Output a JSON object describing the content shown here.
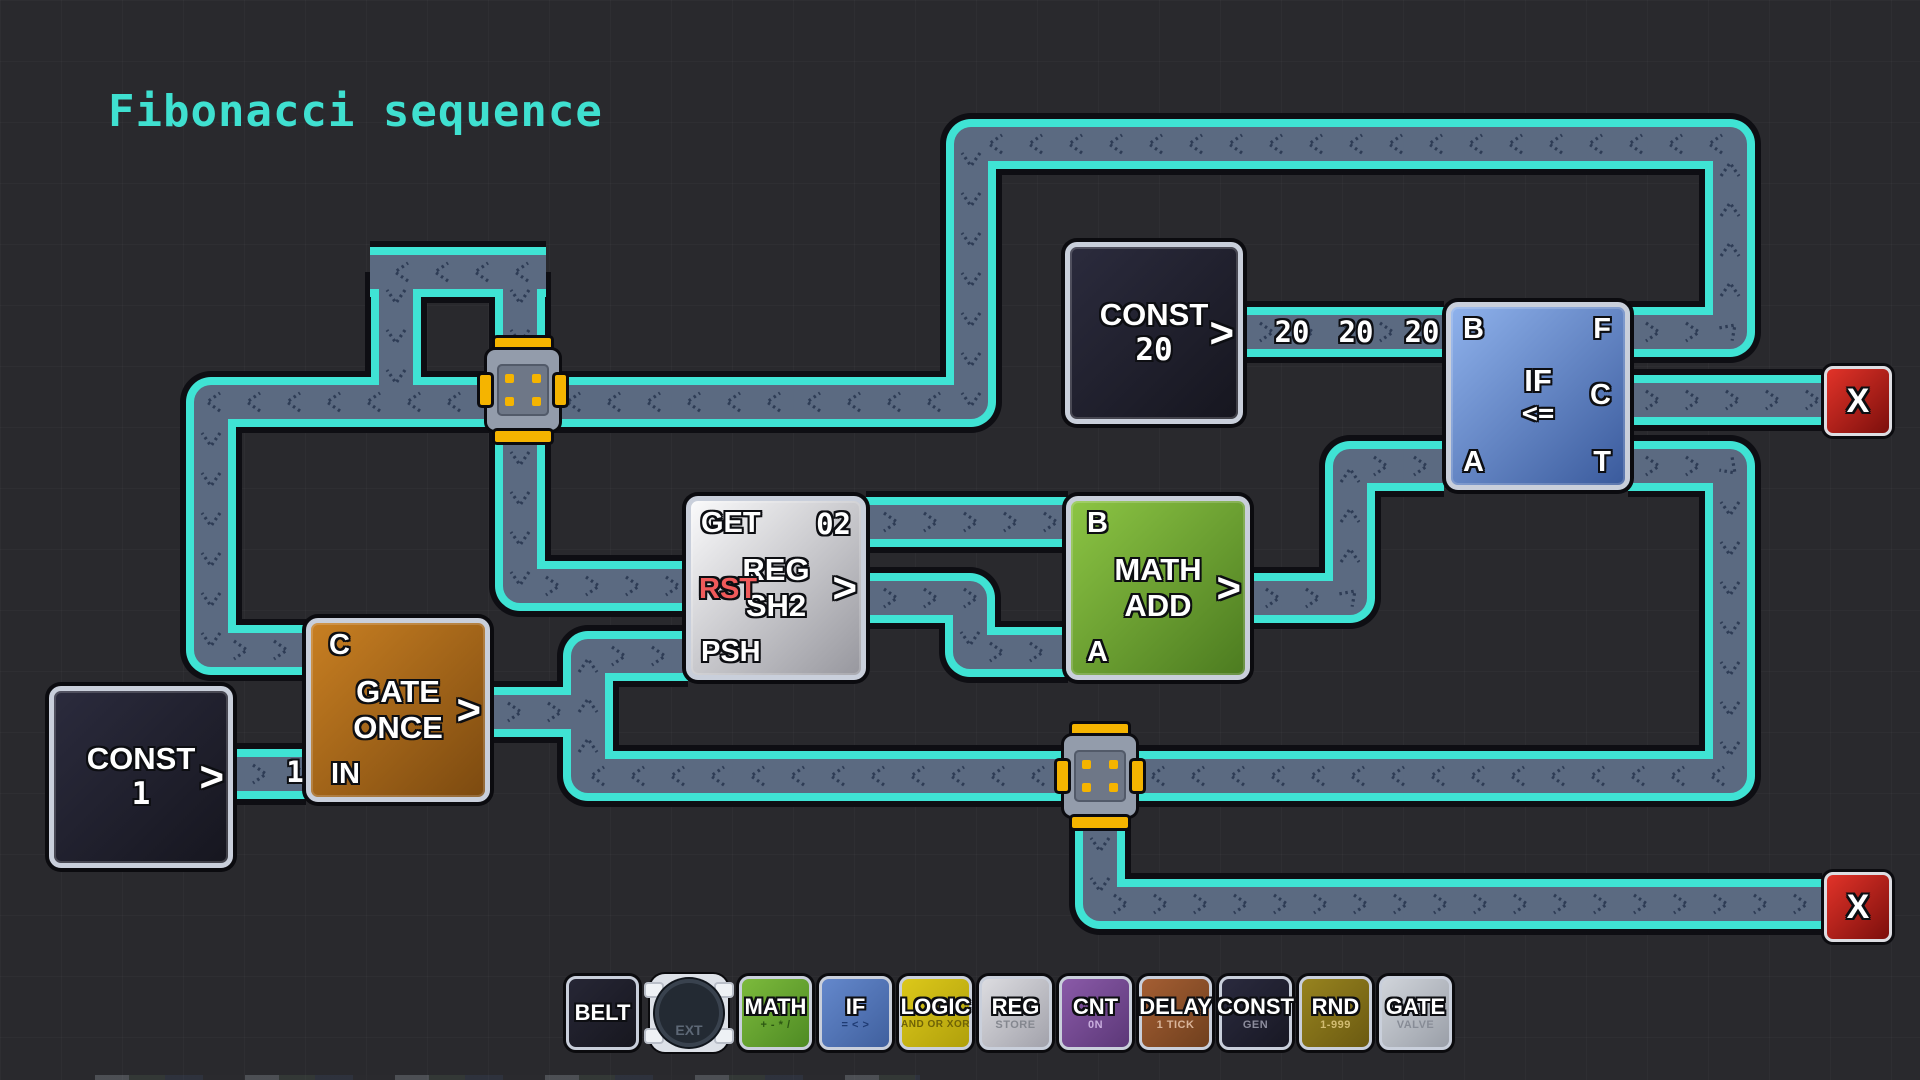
{
  "title": "Fibonacci sequence",
  "glyphs": {
    "out": ">",
    "sink": "X"
  },
  "chips": {
    "c20a": "20",
    "c20b": "20",
    "c20c": "20",
    "c1": "1"
  },
  "blocks": {
    "const20": {
      "name": "CONST",
      "value": "20"
    },
    "const1": {
      "name": "CONST",
      "value": "1"
    },
    "gate": {
      "name": "GATE",
      "mode": "ONCE",
      "port_c": "C",
      "port_in": "IN"
    },
    "reg": {
      "name": "REG",
      "mode": "SH2",
      "port_get": "GET",
      "port_o2": "02",
      "port_rst": "RST",
      "port_psh": "PSH"
    },
    "math": {
      "name": "MATH",
      "mode": "ADD",
      "port_b": "B",
      "port_a": "A"
    },
    "if": {
      "name": "IF",
      "mode": "<=",
      "port_b": "B",
      "port_f": "F",
      "port_c": "C",
      "port_a": "A",
      "port_t": "T"
    }
  },
  "toolbar": {
    "items": [
      {
        "label": "BELT",
        "sub": ""
      },
      {
        "label": "EXT",
        "sub": ""
      },
      {
        "label": "MATH",
        "sub": "+ - * /"
      },
      {
        "label": "IF",
        "sub": "= < >"
      },
      {
        "label": "LOGIC",
        "sub": "AND OR XOR"
      },
      {
        "label": "REG",
        "sub": "STORE"
      },
      {
        "label": "CNT",
        "sub": "0N"
      },
      {
        "label": "DELAY",
        "sub": "1 TICK"
      },
      {
        "label": "CONST",
        "sub": "GEN"
      },
      {
        "label": "RND",
        "sub": "1-999"
      },
      {
        "label": "GATE",
        "sub": "VALVE"
      }
    ]
  },
  "colors": {
    "belt_edge": "#3fe3d4",
    "belt_fill": "#5b6a81",
    "chevron": "#2e3c55",
    "title": "#3fe0d0",
    "sink_red": "#c41e14"
  }
}
